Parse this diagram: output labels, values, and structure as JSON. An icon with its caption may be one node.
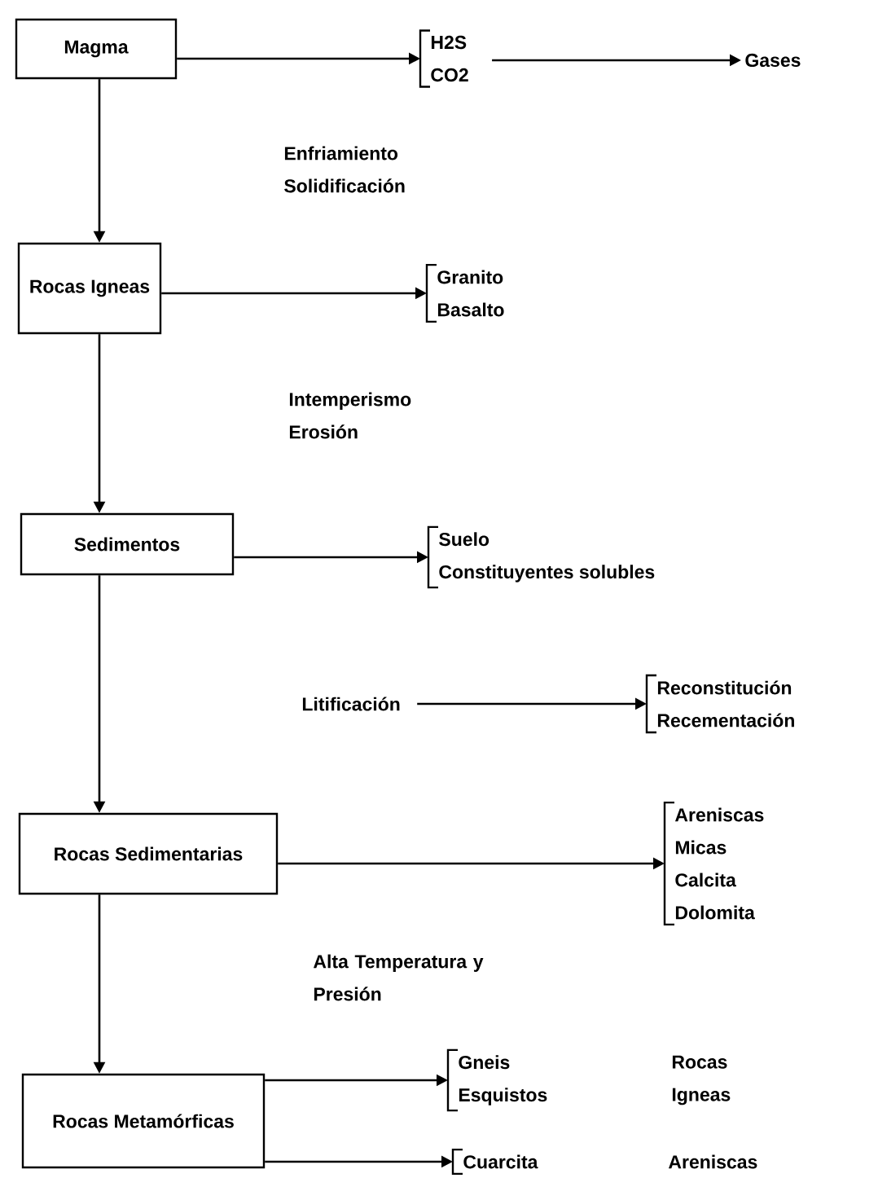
{
  "diagram": {
    "nodes": [
      {
        "text": [
          "Magma"
        ]
      },
      {
        "text": [
          "H2S",
          "CO2"
        ]
      },
      {
        "text": [
          "Gases"
        ]
      },
      {
        "text": [
          "Rocas Igneas"
        ]
      },
      {
        "text": [
          "Granito",
          "Basalto"
        ]
      },
      {
        "text": [
          "Sedimentos"
        ]
      },
      {
        "text": [
          "Suelo",
          "Constituyentes solubles"
        ]
      },
      {
        "text": [
          "Litificación"
        ]
      },
      {
        "text": [
          "Reconstitución",
          "Recementación"
        ]
      },
      {
        "text": [
          "Rocas Sedimentarias"
        ]
      },
      {
        "text": [
          "Areniscas",
          "Micas",
          "Calcita",
          "Dolomita"
        ]
      },
      {
        "text": [
          "Rocas Metamórficas"
        ]
      },
      {
        "text": [
          "Gneis",
          "Esquistos"
        ]
      },
      {
        "text": [
          "Cuarcita"
        ]
      }
    ],
    "labels": [
      "Enfriamiento Solidificación",
      "Intemperismo Erosión",
      "Alta Temperatura y Presión",
      "Rocas Igneas",
      "Areniscas"
    ],
    "edges": [
      {
        "from": 0,
        "to": 1,
        "arrow": "to"
      },
      {
        "from": 1,
        "to": 2,
        "arrow": "to"
      },
      {
        "from": 0,
        "to": 3,
        "arrow": "to"
      },
      {
        "from": 3,
        "to": 4,
        "arrow": "to"
      },
      {
        "from": 3,
        "to": 5,
        "arrow": "to"
      },
      {
        "from": 5,
        "to": 6,
        "arrow": "to"
      },
      {
        "from": 7,
        "to": 8,
        "arrow": "to"
      },
      {
        "from": 5,
        "to": 9,
        "arrow": "to"
      },
      {
        "from": 9,
        "to": 10,
        "arrow": "to"
      },
      {
        "from": 9,
        "to": 11,
        "arrow": "to"
      },
      {
        "from": 11,
        "to": 12,
        "arrow": "to"
      },
      {
        "from": 11,
        "to": 13,
        "arrow": "to"
      }
    ]
  }
}
